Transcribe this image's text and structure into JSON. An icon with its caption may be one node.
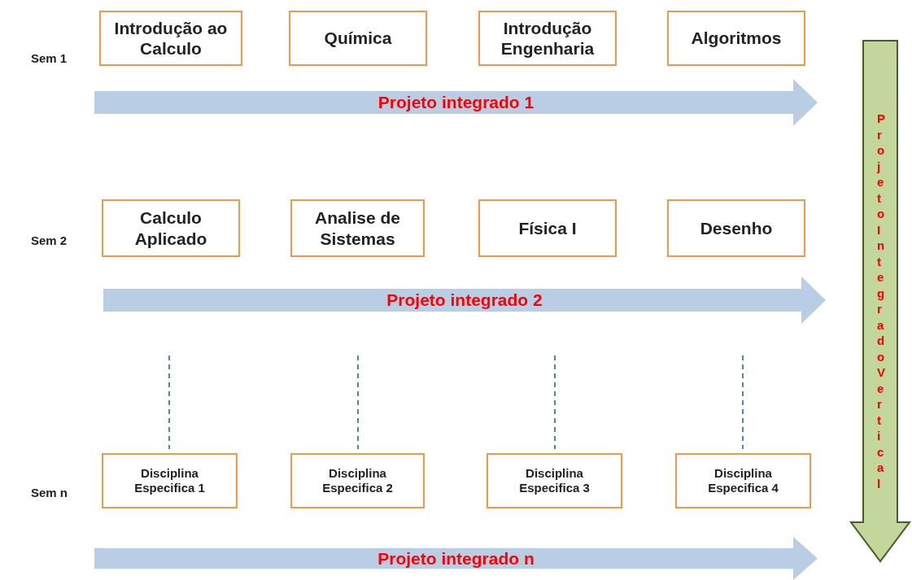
{
  "diagram": {
    "nodes": [
      {
        "text": [
          "Introdução ao Calculo"
        ]
      },
      {
        "text": [
          "Química"
        ]
      },
      {
        "text": [
          "Introdução Engenharia"
        ]
      },
      {
        "text": [
          "Algoritmos"
        ]
      },
      {
        "text": [
          "Projeto integrado 1"
        ]
      },
      {
        "text": [
          "Calculo Aplicado"
        ]
      },
      {
        "text": [
          "Analise de Sistemas"
        ]
      },
      {
        "text": [
          "Física I"
        ]
      },
      {
        "text": [
          "Desenho"
        ]
      },
      {
        "text": [
          "Projeto integrado 2"
        ]
      },
      {
        "text": [
          "Disciplina Especifica 1"
        ]
      },
      {
        "text": [
          "Disciplina Especifica 2"
        ]
      },
      {
        "text": [
          "Disciplina Especifica 3"
        ]
      },
      {
        "text": [
          "Disciplina Especifica 4"
        ]
      },
      {
        "text": [
          "Projeto integrado n"
        ]
      },
      {
        "text": [
          "Projeto Integrado Vertical"
        ]
      }
    ],
    "labels": [
      "Sem 1",
      "Sem 2",
      "Sem n"
    ]
  }
}
